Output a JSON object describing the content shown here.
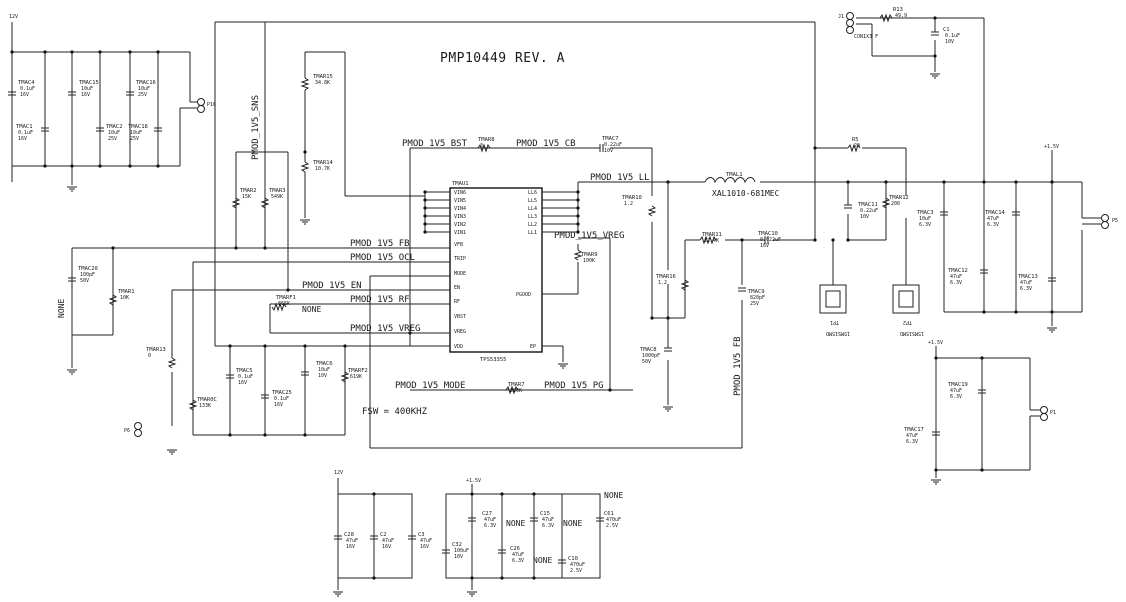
{
  "title": "PMP10449 REV. A",
  "notes": {
    "fsw": "FSW = 400KHZ",
    "none": "NONE"
  },
  "power": {
    "vin": "12V",
    "p15v": "+1.5V"
  },
  "ic": {
    "ref": "TMAU1",
    "part": "TPS53355",
    "pins": [
      "VIN6",
      "VIN5",
      "VIN4",
      "VIN3",
      "VIN2",
      "VIN1",
      "VFB",
      "TRIP",
      "MODE",
      "EN",
      "RF",
      "VBST",
      "VREG",
      "VDD",
      "LL6",
      "LL5",
      "LL4",
      "LL3",
      "LL2",
      "LL1",
      "PGOOD",
      "EP"
    ]
  },
  "nets": {
    "bst": "PMOD_1V5_BST",
    "cb": "PMOD_1V5_CB",
    "ll": "PMOD_1V5_LL",
    "fb": "PMOD_1V5_FB",
    "ocl": "PMOD_1V5_OCL",
    "vreg": "PMOD_1V5_VREG",
    "en": "PMOD_1V5_EN",
    "rf": "PMOD_1V5_RF",
    "mode": "PMOD_1V5_MODE",
    "pg": "PMOD_1V5_PG",
    "sns": "PMOD_1V5_SNS"
  },
  "parts": {
    "inductor": "XAL1010-681MEC"
  },
  "connectors": {
    "p16": "P16",
    "p6": "P6",
    "p5": "P5",
    "p1": "P1",
    "j1": {
      "ref": "J1",
      "type": "CON1X3 F"
    }
  },
  "testpoints": {
    "tp1": {
      "ref": "TP1",
      "footprint": "15MS15MD"
    },
    "tp2": {
      "ref": "TP2",
      "footprint": "15MS15MD"
    }
  },
  "components": [
    {
      "ref": "TMAC4",
      "lines": [
        "0.1uF",
        "16V"
      ]
    },
    {
      "ref": "TMAC1",
      "lines": [
        "0.1uF",
        "16V"
      ]
    },
    {
      "ref": "TMAC15",
      "lines": [
        "10uF",
        "16V"
      ]
    },
    {
      "ref": "TMAC2",
      "lines": [
        "10uF",
        "25V"
      ]
    },
    {
      "ref": "TMAC16",
      "lines": [
        "10uF",
        "25V"
      ]
    },
    {
      "ref": "TMAC18",
      "lines": [
        "10uF",
        "25V"
      ]
    },
    {
      "ref": "TMAR15",
      "lines": [
        "34.8K"
      ]
    },
    {
      "ref": "TMAR14",
      "lines": [
        "10.7K"
      ]
    },
    {
      "ref": "TMAR2",
      "lines": [
        "15K"
      ]
    },
    {
      "ref": "TMAR3",
      "lines": [
        "549K"
      ]
    },
    {
      "ref": "TMAR8",
      "lines": [
        "3"
      ]
    },
    {
      "ref": "TMAC7",
      "lines": [
        "0.22uF",
        "10V"
      ]
    },
    {
      "ref": "TMAL1",
      "lines": []
    },
    {
      "ref": "TMAR10",
      "lines": [
        "1.2"
      ]
    },
    {
      "ref": "TMAR11",
      "lines": [
        "12.4K"
      ]
    },
    {
      "ref": "TMAC10",
      "lines": [
        "0.022uF",
        "16V"
      ]
    },
    {
      "ref": "R5",
      "lines": [
        "20"
      ]
    },
    {
      "ref": "TMAC11",
      "lines": [
        "0.22uF",
        "10V"
      ]
    },
    {
      "ref": "TMAR12",
      "lines": [
        "200"
      ]
    },
    {
      "ref": "TMAC3",
      "lines": [
        "10uF",
        "6.3V"
      ]
    },
    {
      "ref": "TMAC14",
      "lines": [
        "47uF",
        "6.3V"
      ]
    },
    {
      "ref": "TMAC12",
      "lines": [
        "47uF",
        "6.3V"
      ]
    },
    {
      "ref": "TMAC13",
      "lines": [
        "47uF",
        "6.3V"
      ]
    },
    {
      "ref": "R13",
      "lines": [
        "49.9"
      ]
    },
    {
      "ref": "C1",
      "lines": [
        "0.1uF",
        "10V"
      ]
    },
    {
      "ref": "TMAC20",
      "lines": [
        "100pF",
        "50V"
      ]
    },
    {
      "ref": "TMAR1",
      "lines": [
        "10K"
      ]
    },
    {
      "ref": "TMARF1",
      "lines": [
        "866K"
      ]
    },
    {
      "ref": "TMAR9",
      "lines": [
        "100K"
      ]
    },
    {
      "ref": "TMAR16",
      "lines": [
        "1.2"
      ]
    },
    {
      "ref": "TMAC9",
      "lines": [
        "820pF",
        "25V"
      ]
    },
    {
      "ref": "TMAC8",
      "lines": [
        "1000pF",
        "50V"
      ]
    },
    {
      "ref": "TMAR13",
      "lines": [
        "0"
      ]
    },
    {
      "ref": "TMAC5",
      "lines": [
        "0.1uF",
        "16V"
      ]
    },
    {
      "ref": "TMAC25",
      "lines": [
        "0.1uF",
        "16V"
      ]
    },
    {
      "ref": "TMAC6",
      "lines": [
        "10uF",
        "10V"
      ]
    },
    {
      "ref": "TMARF2",
      "lines": [
        "619K"
      ]
    },
    {
      "ref": "TMAR7",
      "lines": [
        "200K"
      ]
    },
    {
      "ref": "TMAR0C",
      "lines": [
        "133K"
      ]
    },
    {
      "ref": "TMAC19",
      "lines": [
        "47uF",
        "6.3V"
      ]
    },
    {
      "ref": "TMAC17",
      "lines": [
        "47uF",
        "6.3V"
      ]
    },
    {
      "ref": "C28",
      "lines": [
        "47uF",
        "16V"
      ]
    },
    {
      "ref": "C2",
      "lines": [
        "47uF",
        "16V"
      ]
    },
    {
      "ref": "C3",
      "lines": [
        "47uF",
        "16V"
      ]
    },
    {
      "ref": "C27",
      "lines": [
        "47uF",
        "6.3V"
      ]
    },
    {
      "ref": "C15",
      "lines": [
        "47uF",
        "6.3V"
      ]
    },
    {
      "ref": "C61",
      "lines": [
        "470uF",
        "2.5V"
      ]
    },
    {
      "ref": "C32",
      "lines": [
        "100uF",
        "10V"
      ]
    },
    {
      "ref": "C26",
      "lines": [
        "47uF",
        "6.3V"
      ]
    },
    {
      "ref": "C10",
      "lines": [
        "470uF",
        "2.5V"
      ]
    }
  ]
}
